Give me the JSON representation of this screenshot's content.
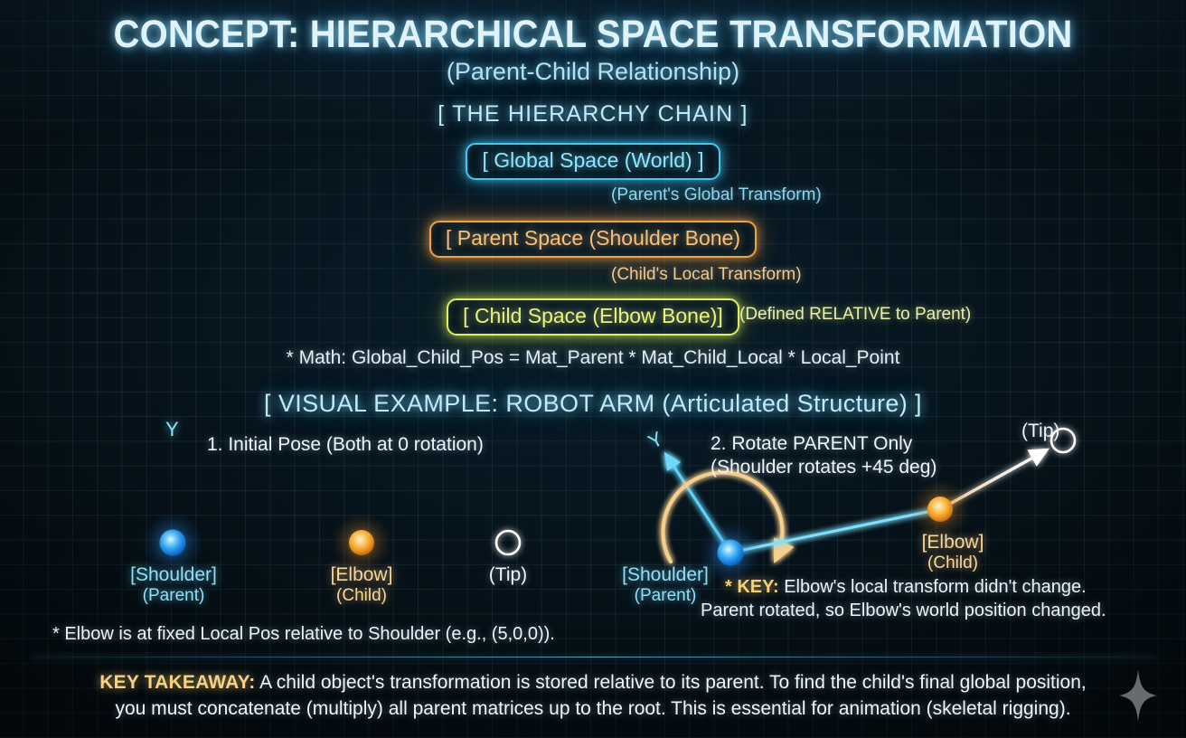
{
  "title": "CONCEPT: HIERARCHICAL SPACE TRANSFORMATION",
  "subtitle": "(Parent-Child Relationship)",
  "section_hierarchy": {
    "heading": "[ THE HIERARCHY CHAIN ]",
    "boxes": [
      {
        "label": "[ Global Space (World) ]",
        "color": "#45c8f0"
      },
      {
        "label": "[ Parent Space (Shoulder Bone)",
        "color": "#f0a24a"
      },
      {
        "label": "[ Child Space (Elbow Bone)]",
        "color": "#e4ee62"
      }
    ],
    "arrow_labels": [
      "(Parent's Global Transform)",
      "(Child's Local Transform)"
    ],
    "child_note": "(Defined RELATIVE to Parent)",
    "math": "* Math: Global_Child_Pos = Mat_Parent * Mat_Child_Local * Local_Point"
  },
  "section_visual": {
    "heading": "[ VISUAL EXAMPLE: ROBOT ARM (Articulated Structure) ]",
    "panel_left": {
      "caption": "1. Initial Pose (Both at 0 rotation)",
      "axis_label": "Y",
      "joints": [
        {
          "name": "[Shoulder]",
          "role": "(Parent)",
          "color": "#2f9ff0"
        },
        {
          "name": "[Elbow]",
          "role": "(Child)",
          "color": "#f5a32a"
        },
        {
          "name": "(Tip)",
          "role": "",
          "color": "#ffffff"
        }
      ],
      "footnote": "* Elbow is at fixed Local Pos relative to Shoulder (e.g., (5,0,0))."
    },
    "panel_right": {
      "caption_line1": "2. Rotate PARENT Only",
      "caption_line2": "(Shoulder rotates +45 deg)",
      "axis_label": "Y",
      "joints": [
        {
          "name": "[Shoulder]",
          "role": "(Parent)",
          "color": "#2f9ff0"
        },
        {
          "name": "[Elbow]",
          "role": "(Child)",
          "color": "#f5a32a"
        },
        {
          "name": "(Tip)",
          "role": "",
          "color": "#ffffff"
        }
      ],
      "key_prefix": "* KEY:",
      "key_line1": " Elbow's local transform didn't change.",
      "key_line2": "Parent rotated, so Elbow's world position changed."
    }
  },
  "footer": {
    "label": "KEY TAKEAWAY:",
    "line1": " A child object's transformation is stored relative to its parent. To find the child's final global position,",
    "line2": "you must concatenate (multiply) all parent matrices up to the root. This is essential for animation (skeletal rigging)."
  }
}
